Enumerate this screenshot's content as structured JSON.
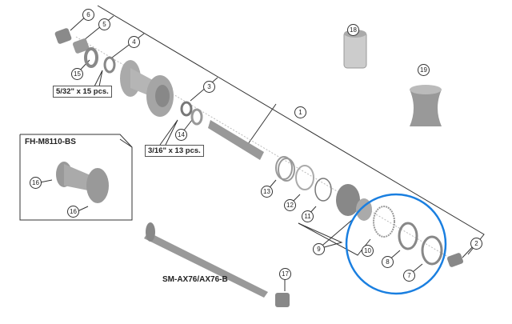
{
  "diagram": {
    "callouts": [
      {
        "id": "6",
        "text": "6"
      },
      {
        "id": "5",
        "text": "5"
      },
      {
        "id": "4",
        "text": "4"
      },
      {
        "id": "15",
        "text": "15"
      },
      {
        "id": "3",
        "text": "3"
      },
      {
        "id": "14",
        "text": "14"
      },
      {
        "id": "1",
        "text": "1"
      },
      {
        "id": "18",
        "text": "18"
      },
      {
        "id": "19",
        "text": "19"
      },
      {
        "id": "13",
        "text": "13"
      },
      {
        "id": "12",
        "text": "12"
      },
      {
        "id": "11",
        "text": "11"
      },
      {
        "id": "9",
        "text": "9"
      },
      {
        "id": "10",
        "text": "10"
      },
      {
        "id": "8",
        "text": "8"
      },
      {
        "id": "7",
        "text": "7"
      },
      {
        "id": "2",
        "text": "2"
      },
      {
        "id": "17",
        "text": "17"
      },
      {
        "id": "16a",
        "text": "16"
      },
      {
        "id": "16b",
        "text": "16"
      }
    ],
    "ball_label_1": "5/32\" x 15 pcs.",
    "ball_label_2": "3/16\" x 13 pcs.",
    "inset_title": "FH-M8110-BS",
    "axle_label": "SM-AX76/AX76-B",
    "highlight_color": "#1a7fe0"
  }
}
